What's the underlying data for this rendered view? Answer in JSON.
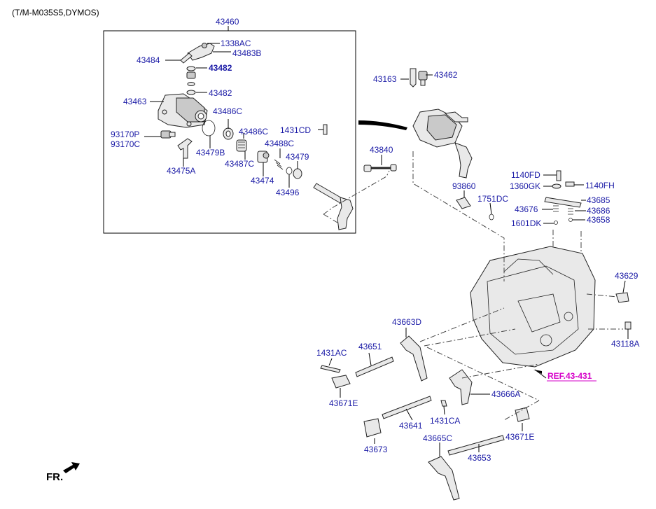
{
  "header": {
    "caption": "(T/M-M035S5,DYMOS)"
  },
  "direction": {
    "label": "FR."
  },
  "ref_label": "REF.43-431",
  "colors": {
    "label": "#1a1aa6",
    "ref": "#d600c8",
    "outline": "#000000"
  },
  "callouts": {
    "c43460": "43460",
    "c1338AC": "1338AC",
    "c43483B": "43483B",
    "c43484": "43484",
    "c43482a": "43482",
    "c43482b": "43482",
    "c43463": "43463",
    "c43486Ca": "43486C",
    "c43486Cb": "43486C",
    "c1431CD": "1431CD",
    "c93170P": "93170P",
    "c93170C": "93170C",
    "c43479B": "43479B",
    "c43488C": "43488C",
    "c43479": "43479",
    "c43487C": "43487C",
    "c43475A": "43475A",
    "c43474": "43474",
    "c43496": "43496",
    "c43163": "43163",
    "c43462": "43462",
    "c43840": "43840",
    "c1140FD": "1140FD",
    "c1360GK": "1360GK",
    "c1140FH": "1140FH",
    "c93860": "93860",
    "c1751DC": "1751DC",
    "c43685": "43685",
    "c43676": "43676",
    "c43686": "43686",
    "c1601DK": "1601DK",
    "c43658": "43658",
    "c43629": "43629",
    "c43118A": "43118A",
    "c43663D": "43663D",
    "c1431AC": "1431AC",
    "c43651": "43651",
    "c43671Ea": "43671E",
    "c43666A": "43666A",
    "c43641": "43641",
    "c1431CA": "1431CA",
    "c43673": "43673",
    "c43665C": "43665C",
    "c43671Eb": "43671E",
    "c43653": "43653"
  }
}
